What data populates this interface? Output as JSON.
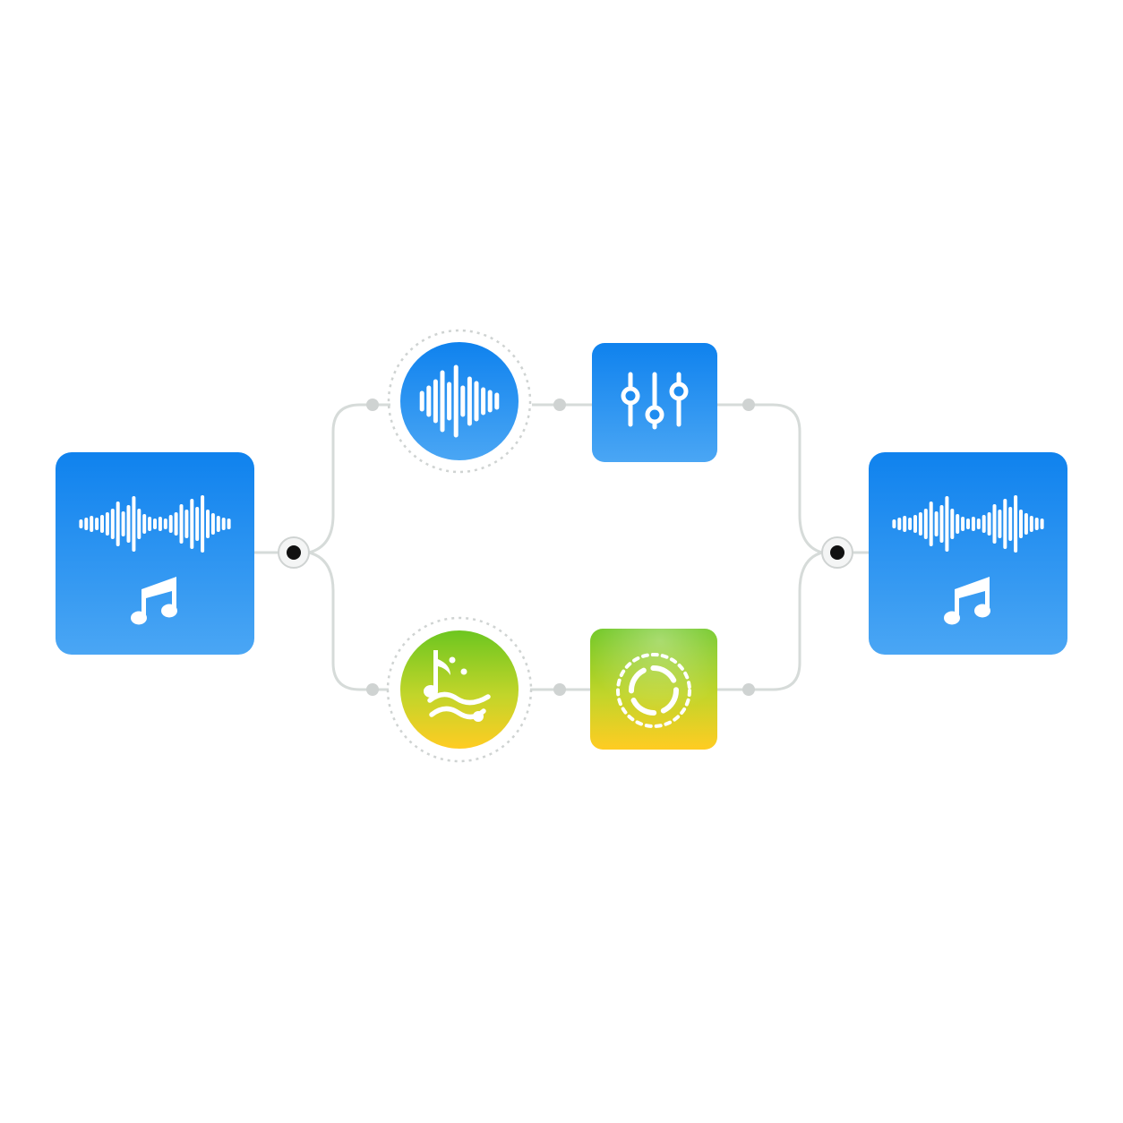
{
  "diagram": {
    "type": "audio-processing-flow",
    "colors": {
      "blue_top": "#0f82ee",
      "blue_bottom": "#4aa6f4",
      "green": "#6dc620",
      "yellow": "#ffcc22",
      "connector": "#d6dbd9",
      "junction_dot": "#cfd3d2",
      "split_node": "#111111"
    },
    "nodes": [
      {
        "id": "input-audio-file",
        "icons": [
          "waveform-icon",
          "music-note-icon"
        ]
      },
      {
        "id": "split-junction",
        "icons": [
          "junction-dot-icon"
        ]
      },
      {
        "id": "voice-analysis",
        "icons": [
          "waveform-icon"
        ]
      },
      {
        "id": "equalizer",
        "icons": [
          "sliders-icon"
        ]
      },
      {
        "id": "music-separation",
        "icons": [
          "music-waves-icon"
        ]
      },
      {
        "id": "focus-target",
        "icons": [
          "dashed-ring-icon"
        ]
      },
      {
        "id": "merge-junction",
        "icons": [
          "junction-dot-icon"
        ]
      },
      {
        "id": "output-audio-file",
        "icons": [
          "waveform-icon",
          "music-note-icon"
        ]
      }
    ],
    "edges": [
      [
        "input-audio-file",
        "split-junction"
      ],
      [
        "split-junction",
        "voice-analysis"
      ],
      [
        "voice-analysis",
        "equalizer"
      ],
      [
        "equalizer",
        "merge-junction"
      ],
      [
        "split-junction",
        "music-separation"
      ],
      [
        "music-separation",
        "focus-target"
      ],
      [
        "focus-target",
        "merge-junction"
      ],
      [
        "merge-junction",
        "output-audio-file"
      ]
    ]
  }
}
